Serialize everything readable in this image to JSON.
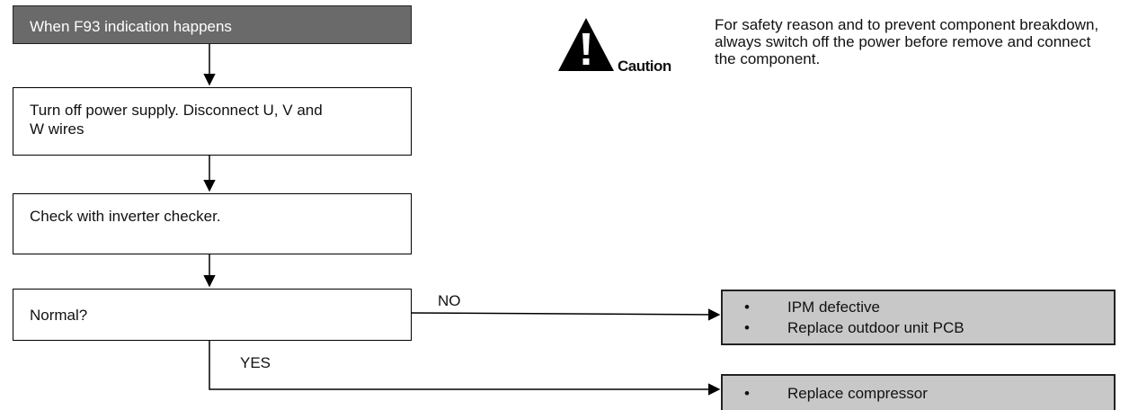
{
  "flow": {
    "start": "When F93 indication happens",
    "step1": "Turn off power supply. Disconnect U, V and W wires",
    "step2": "Check with inverter checker.",
    "decision": "Normal?",
    "no_label": "NO",
    "yes_label": "YES"
  },
  "results": {
    "no_items": [
      "IPM defective",
      "Replace outdoor unit PCB"
    ],
    "yes_items": [
      "Replace compressor"
    ],
    "bullet": "•"
  },
  "caution": {
    "word": "Caution",
    "icon": "warning-triangle-icon",
    "text": "For safety reason and to prevent component breakdown, always switch off the power before remove and connect the component."
  }
}
